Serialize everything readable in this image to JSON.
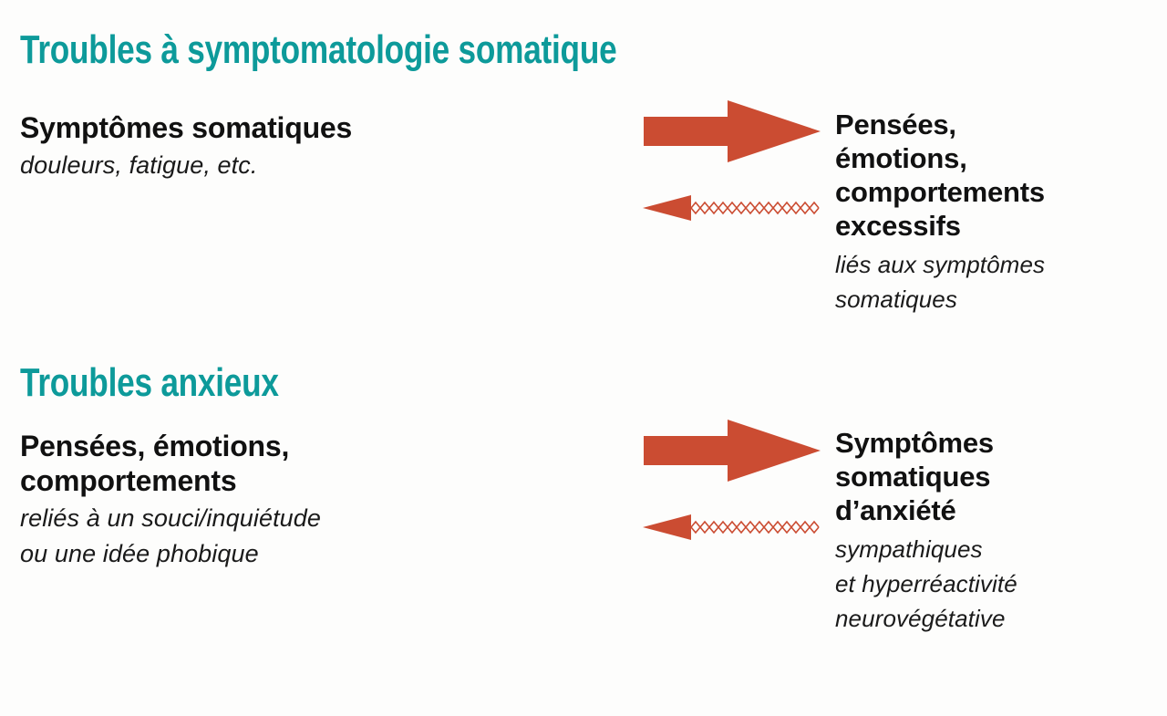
{
  "colors": {
    "heading_teal": "#0d9a9a",
    "arrow_red": "#cb4c32",
    "text_black": "#111111",
    "background": "#fdfdfc"
  },
  "sections": [
    {
      "heading": "Troubles à symptomatologie somatique",
      "left": {
        "lead": "Symptômes somatiques",
        "sub": [
          "douleurs, fatigue, etc."
        ]
      },
      "right": {
        "lead": [
          "Pensées,",
          "émotions,",
          "comportements",
          "excessifs"
        ],
        "sub": [
          "liés aux symptômes",
          "somatiques"
        ]
      },
      "arrows": {
        "forward": "thick-solid-right-arrow",
        "backward": "thin-zigzag-left-arrow"
      }
    },
    {
      "heading": "Troubles anxieux",
      "left": {
        "lead": [
          "Pensées, émotions,",
          "comportements"
        ],
        "sub": [
          "reliés à un souci/inquiétude",
          "ou une idée phobique"
        ]
      },
      "right": {
        "lead": [
          "Symptômes",
          "somatiques",
          "d’anxiété"
        ],
        "sub": [
          "sympathiques",
          "et hyperréactivité",
          "neurovégétative"
        ]
      },
      "arrows": {
        "forward": "thick-solid-right-arrow",
        "backward": "thin-zigzag-left-arrow"
      }
    }
  ]
}
